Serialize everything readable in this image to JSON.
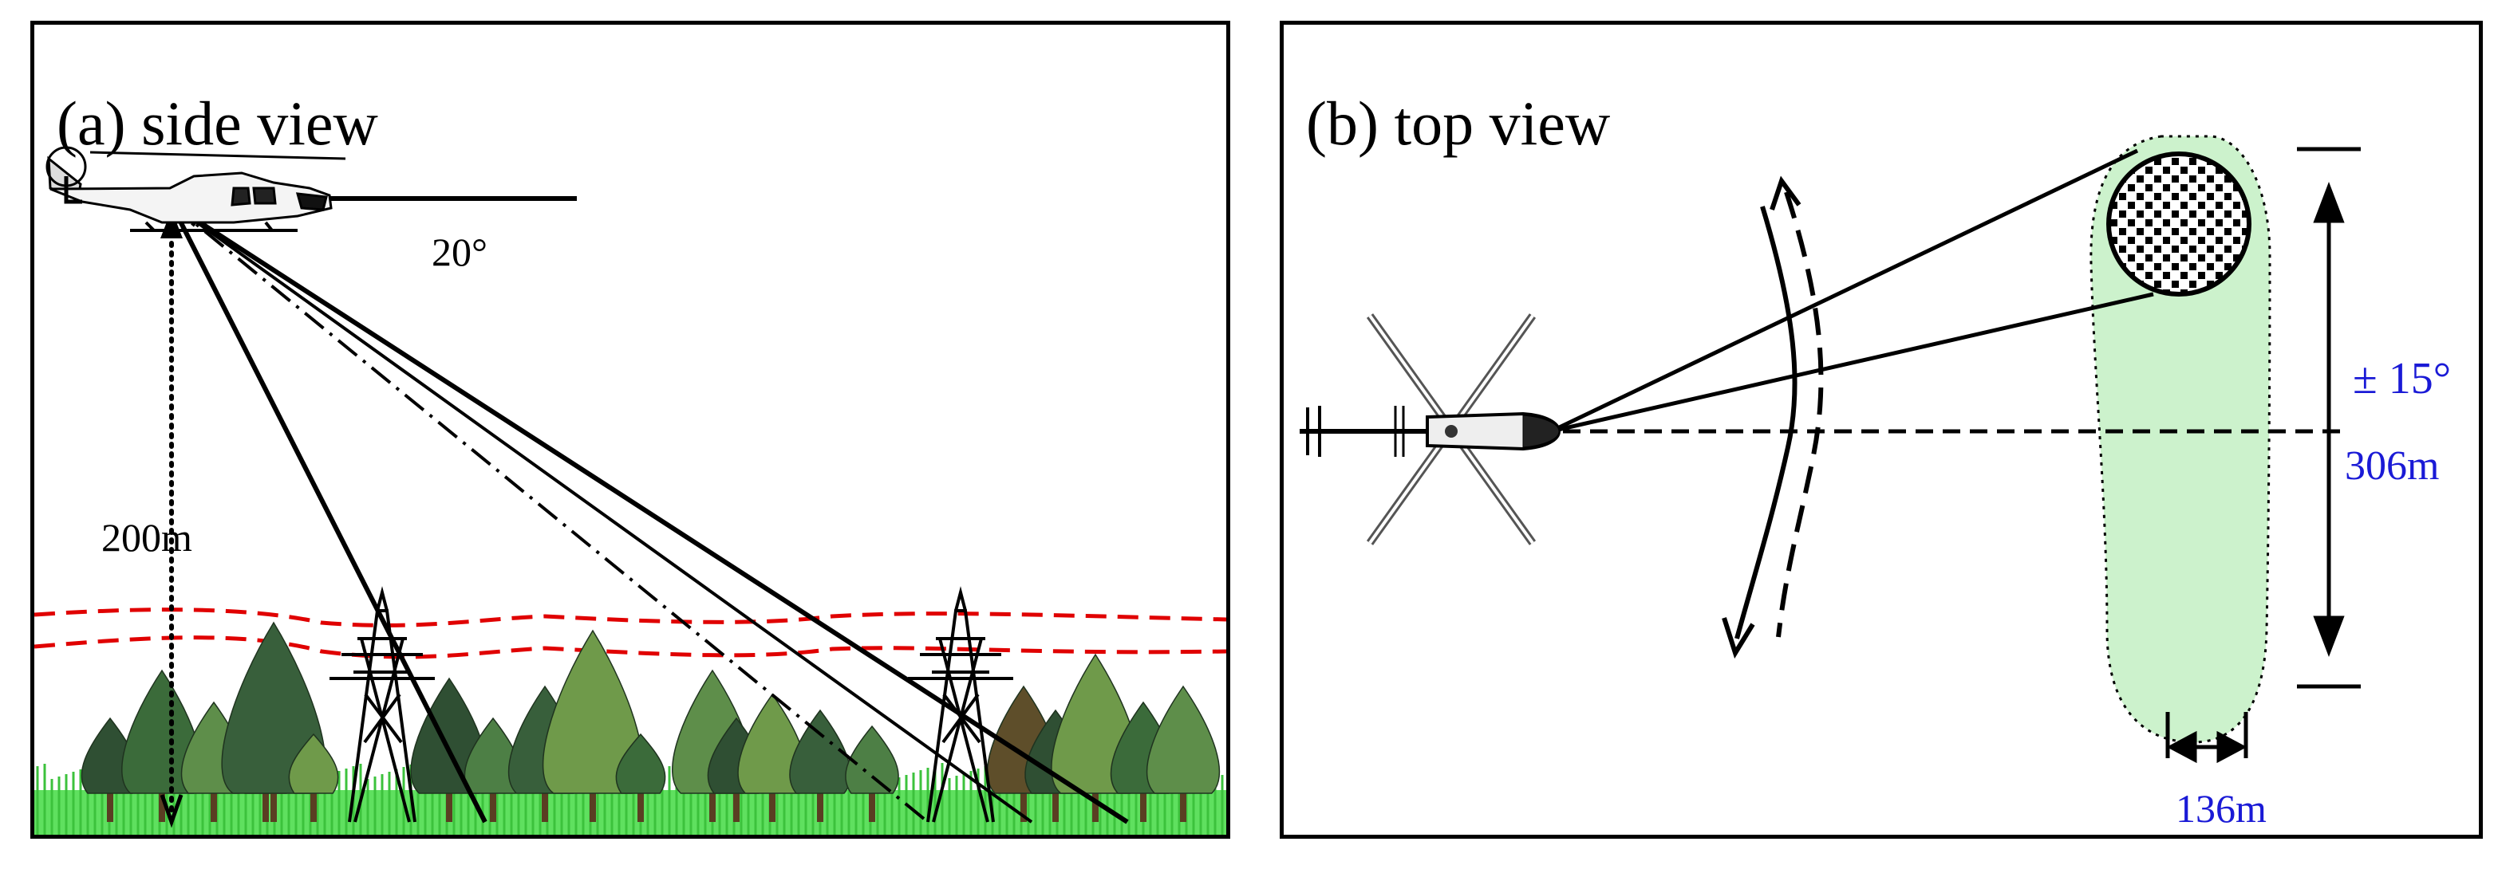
{
  "panel_a": {
    "title": "(a) side view",
    "angle_label": "20°",
    "altitude_label": "200m"
  },
  "panel_b": {
    "title": "(b) top view",
    "scan_angle_label": "± 15°",
    "length_label": "306m",
    "width_label": "136m"
  },
  "colors": {
    "power_line": "#e00000",
    "footprint_fill": "#ccf2cc",
    "dimension_text": "#1a1ad6",
    "line": "#000000",
    "tree_dark": "#2f4f33",
    "tree_light": "#6f9a4a",
    "grass": "#5fe05f"
  },
  "icons": {
    "helicopter_side": "helicopter-side-icon",
    "helicopter_top": "helicopter-top-icon",
    "pylon": "transmission-tower-icon",
    "tree": "tree-icon"
  }
}
